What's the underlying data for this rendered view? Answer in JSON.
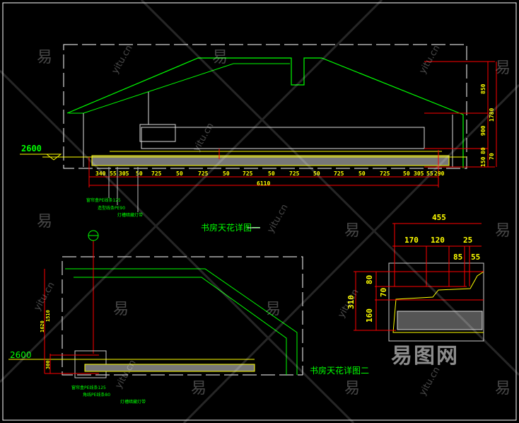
{
  "drawing1": {
    "title": "书房天花详图一",
    "level": "2600",
    "bottom_dims": [
      "340",
      "55",
      "305",
      "50",
      "725",
      "50",
      "725",
      "50",
      "725",
      "50",
      "725",
      "50",
      "725",
      "50",
      "725",
      "50",
      "305",
      "55",
      "290"
    ],
    "total": "6110",
    "right_dims": {
      "d850": "850",
      "d900": "900",
      "d80": "80",
      "d150": "150",
      "d1780": "1780",
      "d70": "70"
    },
    "notes": [
      "窗帘盒PE线条125",
      "造型线条PE90",
      "灯槽暗藏灯带"
    ]
  },
  "drawing2": {
    "title": "书房天花详图二",
    "level": "2600",
    "left_dims": {
      "d1620": "1620",
      "d1510": "1510",
      "d300": "300"
    },
    "notes": [
      "窗帘盒PE线条125",
      "角线PE线条80",
      "灯槽暗藏灯带"
    ]
  },
  "detail": {
    "top": "455",
    "row": [
      "170",
      "120",
      "25"
    ],
    "sub": [
      "85",
      "55"
    ],
    "left_total": "310",
    "left": [
      "80",
      "70",
      "160"
    ]
  },
  "watermark": {
    "site": "yitu.cn",
    "char": "易",
    "logo": "易图网"
  }
}
